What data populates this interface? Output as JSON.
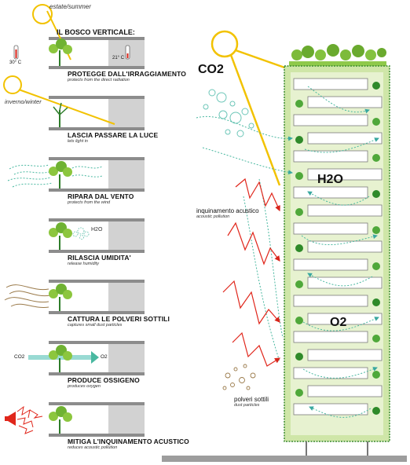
{
  "header": {
    "season_summer": "estate/summer",
    "season_winter": "inverno/winter",
    "title": "IL BOSCO VERTICALE:",
    "temp_hot": "30° C",
    "temp_cool": "21° C"
  },
  "functions": [
    {
      "it": "PROTEGGE DALL'IRRAGGIAMENTO",
      "en": "protects from the direct radiation"
    },
    {
      "it": "LASCIA PASSARE LA LUCE",
      "en": "lets light in"
    },
    {
      "it": "RIPARA  DAL VENTO",
      "en": "protects from the wind"
    },
    {
      "it": "RILASCIA UMIDITA'",
      "en": "release humidity"
    },
    {
      "it": "CATTURA LE POLVERI SOTTILI",
      "en": "captures small dust particles"
    },
    {
      "it": "PRODUCE OSSIGENO",
      "en": "produces oxygen"
    },
    {
      "it": "MITIGA L'INQUINAMENTO ACUSTICO",
      "en": "reduces acoustic pollution"
    }
  ],
  "small_labels": {
    "h2o_small": "H2O",
    "co2_small": "CO2",
    "o2_small": "O2"
  },
  "tower": {
    "co2": "CO2",
    "h2o": "H2O",
    "o2": "O2",
    "noise_it": "inquinamento acustico",
    "noise_en": "acoustic pollution",
    "dust_it": "polveri sottili",
    "dust_en": "dust particles"
  },
  "colors": {
    "green_light": "#cfe6a8",
    "green_dark": "#2f8a2a",
    "sun": "#f2c200",
    "slab": "#9a9a9a",
    "wind": "#49b8a0",
    "noise": "#e0261b",
    "dust": "#8a6a3a"
  }
}
